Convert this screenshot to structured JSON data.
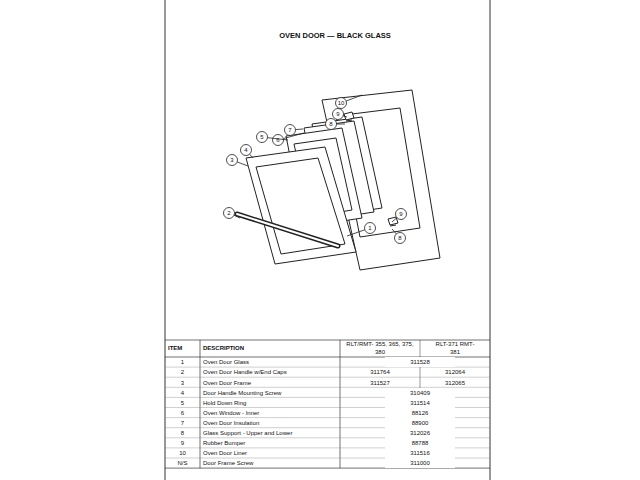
{
  "diagram": {
    "title": "OVEN DOOR — BLACK GLASS",
    "labels": [
      "10",
      "9",
      "8",
      "7",
      "6",
      "5",
      "4",
      "3",
      "2",
      "1",
      "9",
      "8",
      "ITEM",
      "DESCRIPTION",
      "RLT/RMT- 355, 365, 375, 380",
      "RLT-371 RMT-381",
      "1",
      "Oven Door Glass",
      "311528",
      "2",
      "Oven Door Handle w/End Caps",
      "311764",
      "312064",
      "3",
      "Oven Door Frame",
      "311527",
      "312065",
      "4",
      "Door Handle Mounting Screw",
      "310409",
      "5",
      "Hold Down Ring",
      "311514",
      "6",
      "Oven Window - Inner",
      "88126",
      "7",
      "Oven Door Insulation",
      "88900",
      "8",
      "Glass Support - Upper and Lower",
      "312026",
      "9",
      "Rubber Bumper",
      "88788",
      "10",
      "Oven Door Liner",
      "311516",
      "N/S",
      "Door Frame Screw",
      "311000"
    ]
  }
}
